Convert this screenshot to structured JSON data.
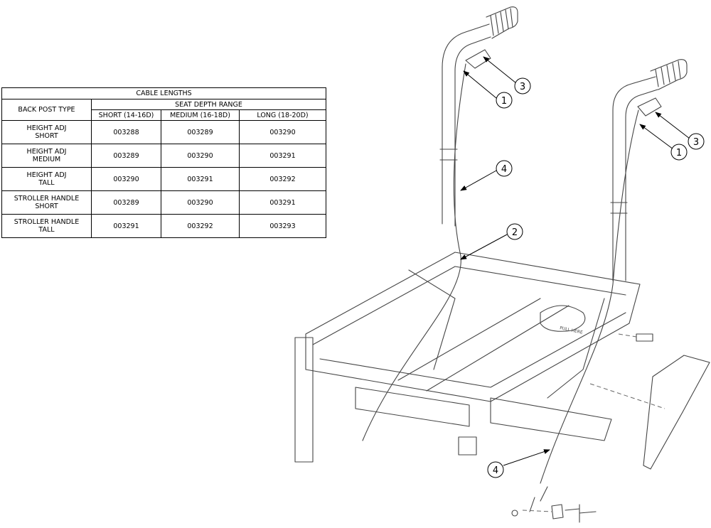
{
  "table": {
    "title": "CABLE LENGTHS",
    "row_header": "BACK POST TYPE",
    "group_header": "SEAT DEPTH RANGE",
    "columns": [
      "SHORT (14-16D)",
      "MEDIUM (16-18D)",
      "LONG (18-20D)"
    ],
    "rows": [
      {
        "type": "HEIGHT ADJ\nSHORT",
        "values": [
          "003288",
          "003289",
          "003290"
        ]
      },
      {
        "type": "HEIGHT ADJ\nMEDIUM",
        "values": [
          "003289",
          "003290",
          "003291"
        ]
      },
      {
        "type": "HEIGHT ADJ\nTALL",
        "values": [
          "003290",
          "003291",
          "003292"
        ]
      },
      {
        "type": "STROLLER HANDLE\nSHORT",
        "values": [
          "003289",
          "003290",
          "003291"
        ]
      },
      {
        "type": "STROLLER HANDLE\nTALL",
        "values": [
          "003291",
          "003292",
          "003293"
        ]
      }
    ]
  },
  "callouts": [
    "1",
    "1",
    "2",
    "3",
    "3",
    "4",
    "4"
  ],
  "diagram": {
    "pull_here_label": "PULL HERE",
    "line_color": "#444444"
  }
}
